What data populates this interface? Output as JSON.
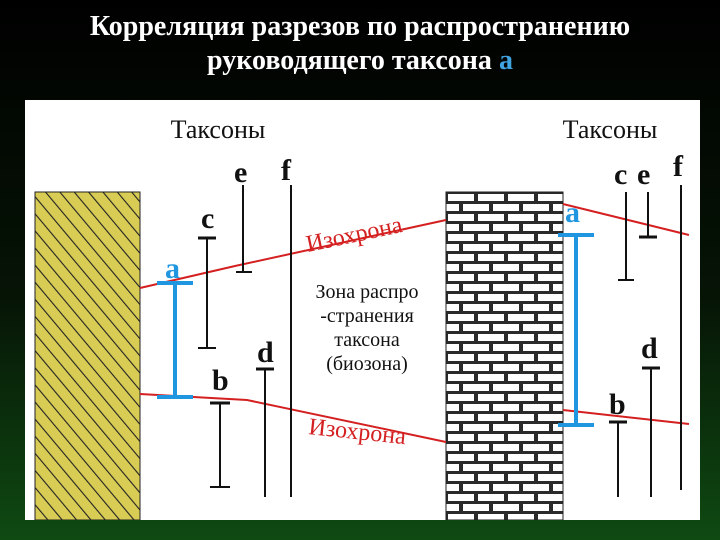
{
  "title": {
    "line1": "Корреляция разрезов по распространению",
    "line2_prefix": "руководящего таксона ",
    "line2_accent": "а"
  },
  "diagram": {
    "left_section": {
      "header": "Таксоны",
      "taxa": {
        "a": "а",
        "b": "b",
        "c": "c",
        "d": "d",
        "e": "e",
        "f": "f"
      }
    },
    "right_section": {
      "header": "Таксоны",
      "taxa": {
        "a": "а",
        "b": "b",
        "c": "c",
        "d": "d",
        "e": "e",
        "f": "f"
      }
    },
    "isochron_upper": "Изохрона",
    "isochron_lower": "Изохрона",
    "zone_label": {
      "line1": "Зона распро",
      "line2": "-странения",
      "line3": "таксона",
      "line4": "(биозона)"
    },
    "colors": {
      "isochron": "#d42020",
      "taxon_a": "#2196e0",
      "hatch": "#d8cc55",
      "brick": "#2a2a2a"
    }
  }
}
